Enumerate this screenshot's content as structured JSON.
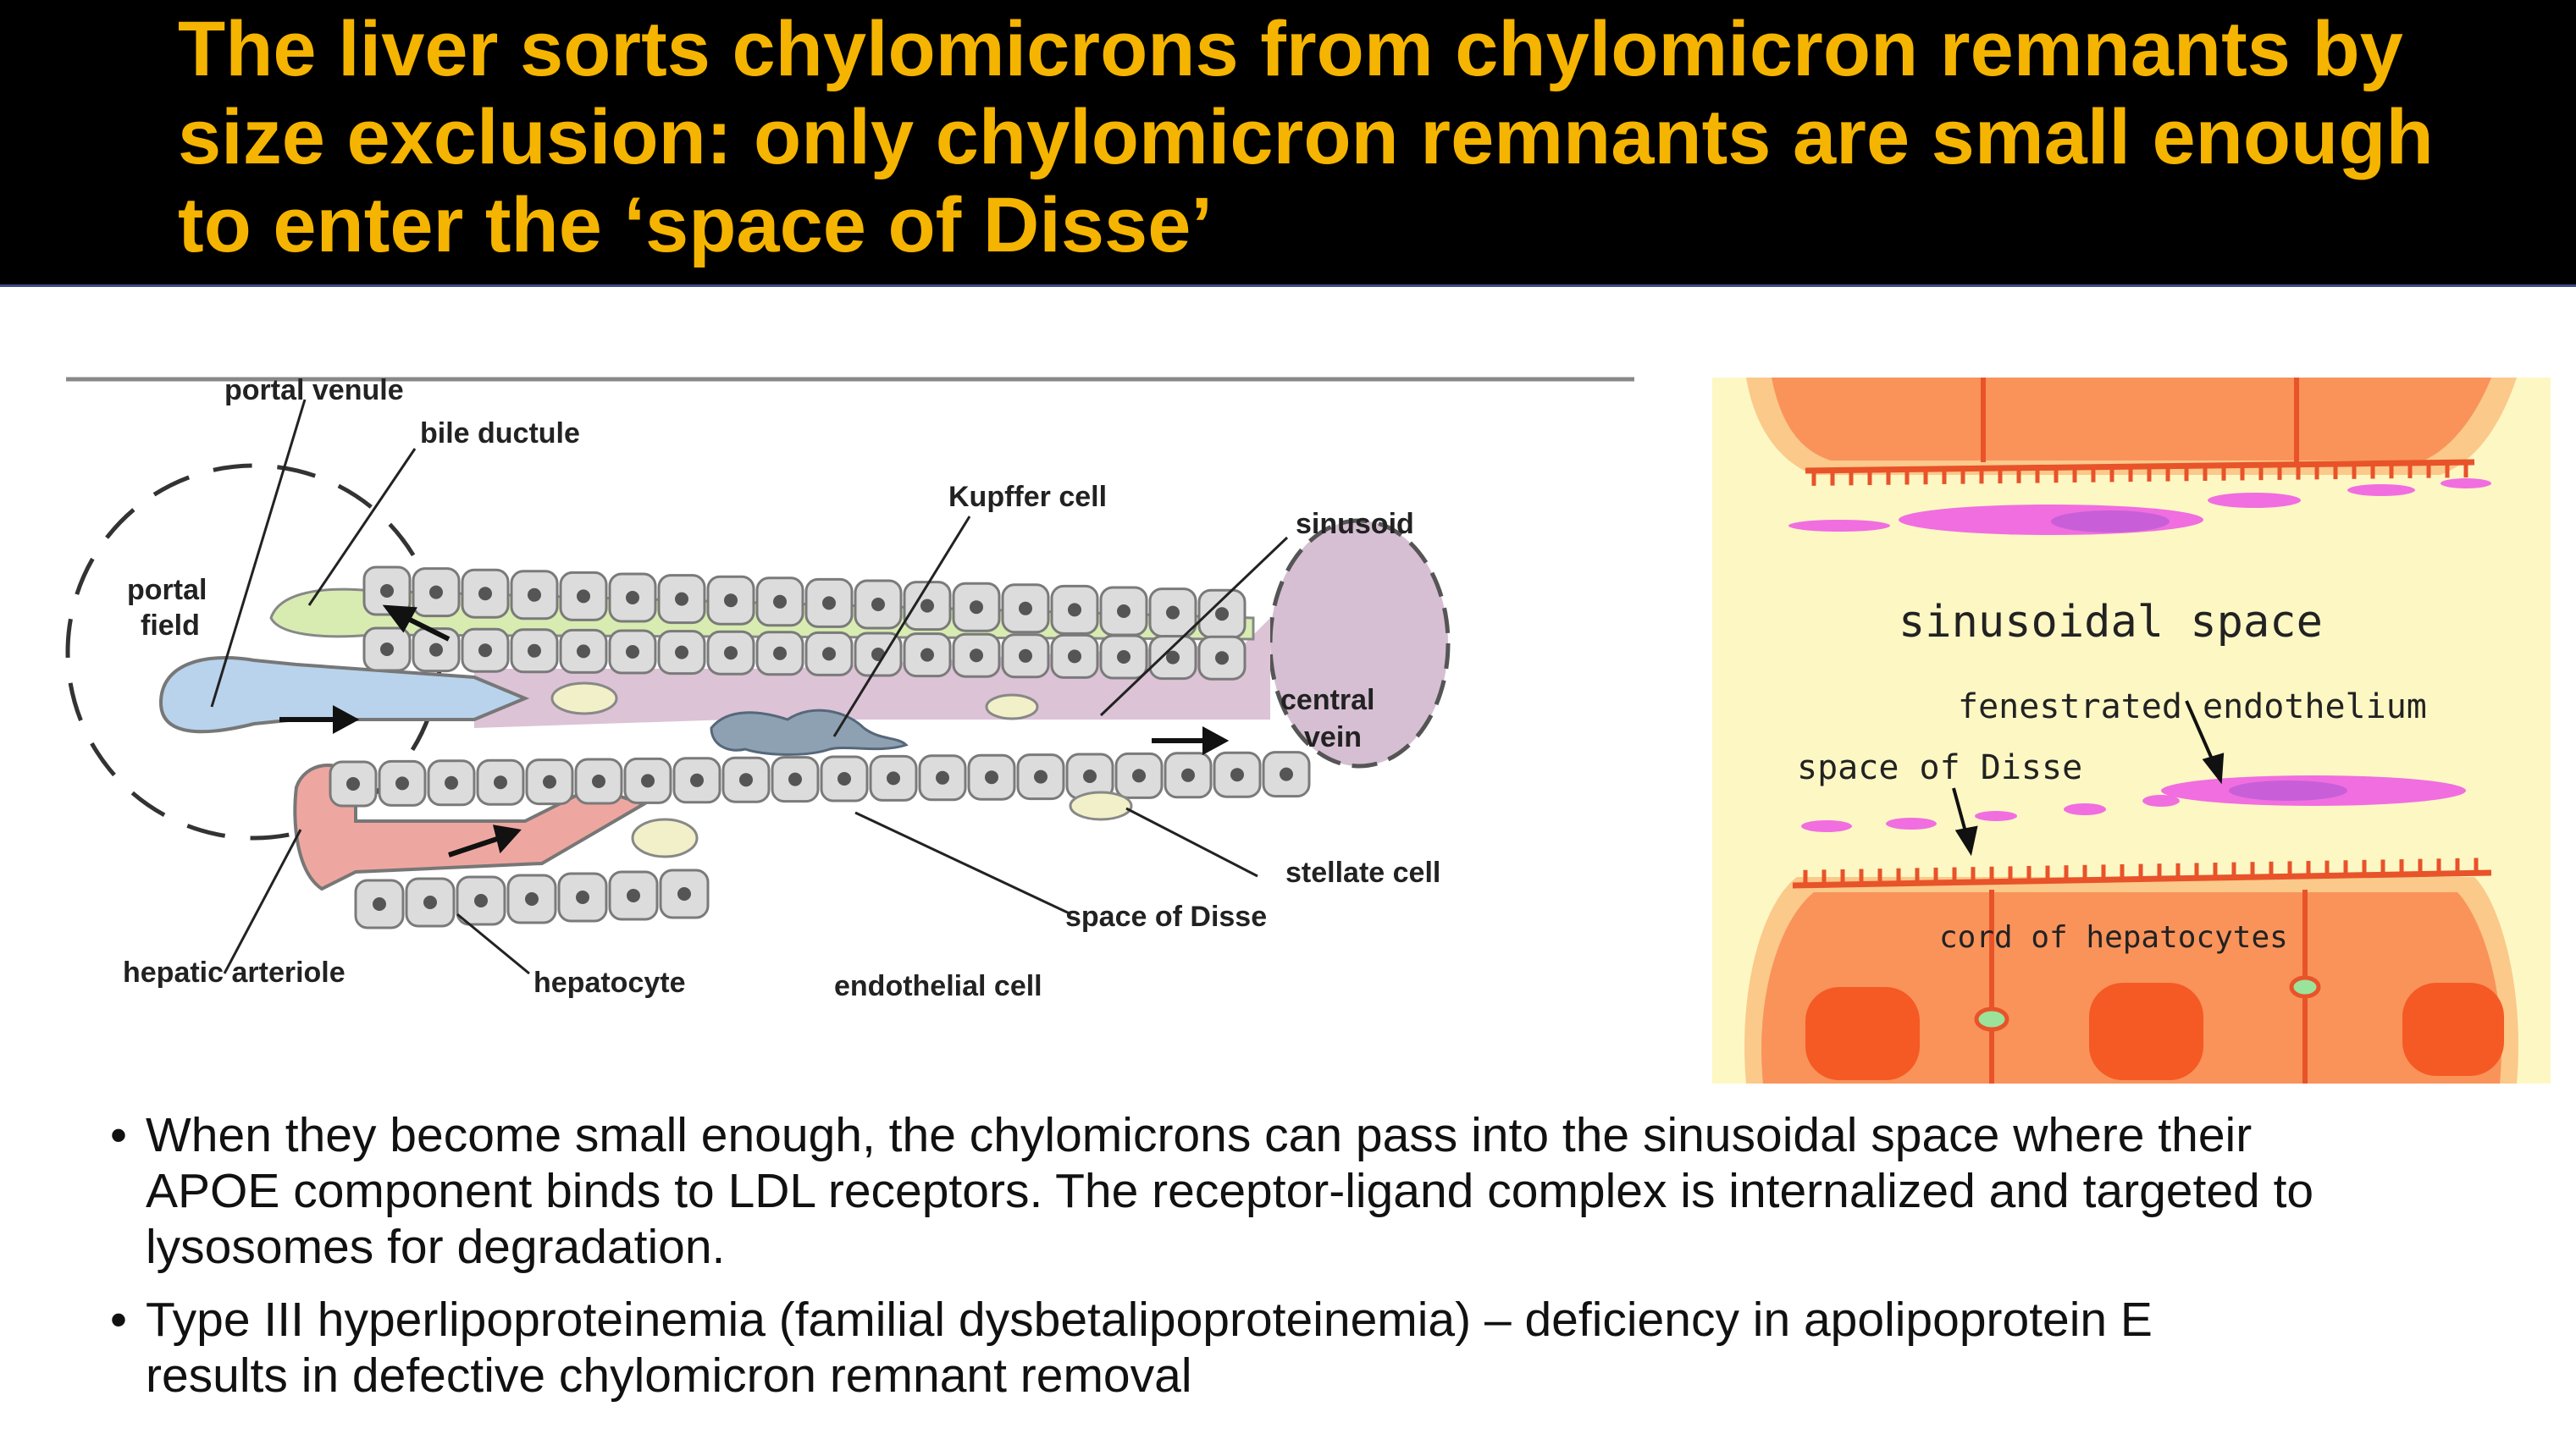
{
  "slide": {
    "title_lines": [
      "The liver sorts chylomicrons from chylomicron remnants by",
      "size exclusion: only chylomicron remnants are small enough",
      "to enter the ‘space of Disse’"
    ],
    "title_color": "#f5b400",
    "header_bg": "#000000"
  },
  "left_diagram": {
    "labels": {
      "portal_venule": "portal venule",
      "bile_ductule": "bile ductule",
      "kupffer_cell": "Kupffer cell",
      "sinusoid": "sinusoid",
      "portal_field_1": "portal",
      "portal_field_2": "field",
      "central_vein_1": "central",
      "central_vein_2": "vein",
      "stellate_cell": "stellate cell",
      "space_of_disse": "space of Disse",
      "hepatic_arteriole": "hepatic arteriole",
      "hepatocyte": "hepatocyte",
      "endothelial_cell": "endothelial cell"
    }
  },
  "right_diagram": {
    "labels": {
      "sinusoidal_space": "sinusoidal space",
      "fenestrated_endothelium": "fenestrated endothelium",
      "space_of_disse": "space of Disse",
      "cord_of_hepatocytes": "cord of hepatocytes"
    }
  },
  "bullets": [
    {
      "lines": [
        "When they become small enough, the chylomicrons can pass into the sinusoidal space where their",
        "APOE component binds to LDL receptors.  The receptor-ligand complex is internalized and targeted to",
        "lysosomes for degradation."
      ]
    },
    {
      "lines": [
        "Type III hyperlipoproteinemia (familial dysbetalipoproteinemia) – deficiency in apolipoprotein E",
        "results in defective chylomicron remnant removal"
      ]
    }
  ]
}
